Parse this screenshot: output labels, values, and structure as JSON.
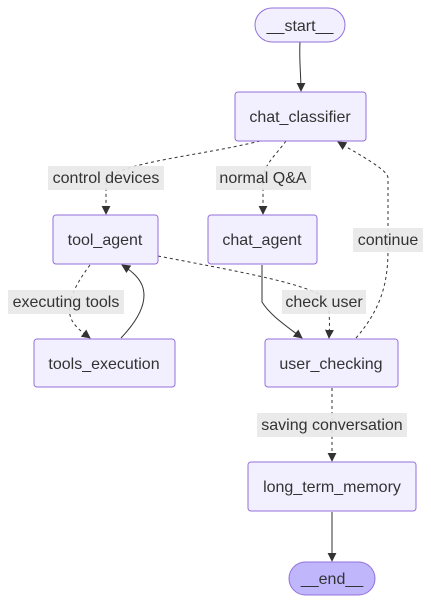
{
  "nodes": {
    "start": {
      "label": "__start__"
    },
    "chat_classifier": {
      "label": "chat_classifier"
    },
    "tool_agent": {
      "label": "tool_agent"
    },
    "chat_agent": {
      "label": "chat_agent"
    },
    "tools_execution": {
      "label": "tools_execution"
    },
    "user_checking": {
      "label": "user_checking"
    },
    "long_term_memory": {
      "label": "long_term_memory"
    },
    "end": {
      "label": "__end__"
    }
  },
  "edges": {
    "control_devices": {
      "label": "control devices"
    },
    "normal_qa": {
      "label": "normal Q&A"
    },
    "continue": {
      "label": "continue"
    },
    "executing_tools": {
      "label": "executing tools"
    },
    "check_user": {
      "label": "check user"
    },
    "saving_conversation": {
      "label": "saving conversation"
    }
  },
  "colors": {
    "node_fill": "#f2f0ff",
    "node_stroke": "#9370db",
    "end_fill": "#bfb6fc",
    "edge": "#333333",
    "label_bg": "#e8e8e8"
  }
}
